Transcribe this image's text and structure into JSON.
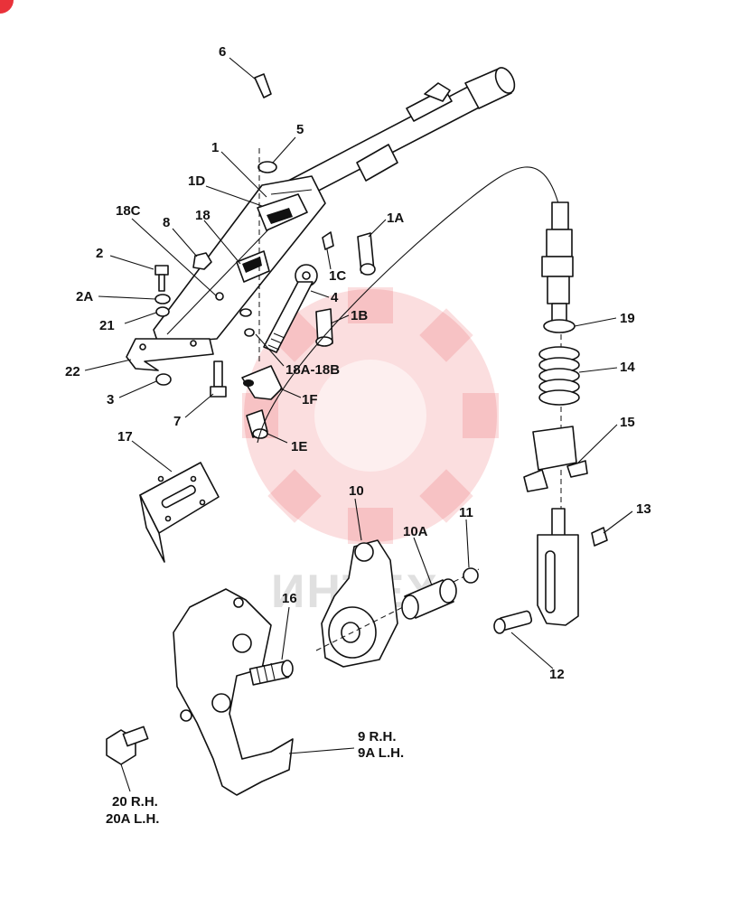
{
  "watermark": {
    "text": "ИНТЕХ",
    "color": "#e9323a"
  },
  "corner_badge": {
    "color": "#e9323a"
  },
  "callouts": {
    "c6": "6",
    "c5": "5",
    "c1": "1",
    "c1d": "1D",
    "c1a": "1A",
    "c18c": "18C",
    "c8": "8",
    "c18": "18",
    "c2": "2",
    "c1c": "1C",
    "c2a": "2A",
    "c4": "4",
    "c21": "21",
    "c1b": "1B",
    "c19": "19",
    "c22": "22",
    "c18ab": "18A-18B",
    "c14": "14",
    "c3": "3",
    "c1f": "1F",
    "c7": "7",
    "c1e": "1E",
    "c15": "15",
    "c17": "17",
    "c10": "10",
    "c11": "11",
    "c10a": "10A",
    "c13": "13",
    "c16": "16",
    "c12": "12",
    "c9rh": "9 R.H.",
    "c9alh": "9A L.H.",
    "c20rh": "20 R.H.",
    "c20alh": "20A L.H."
  }
}
